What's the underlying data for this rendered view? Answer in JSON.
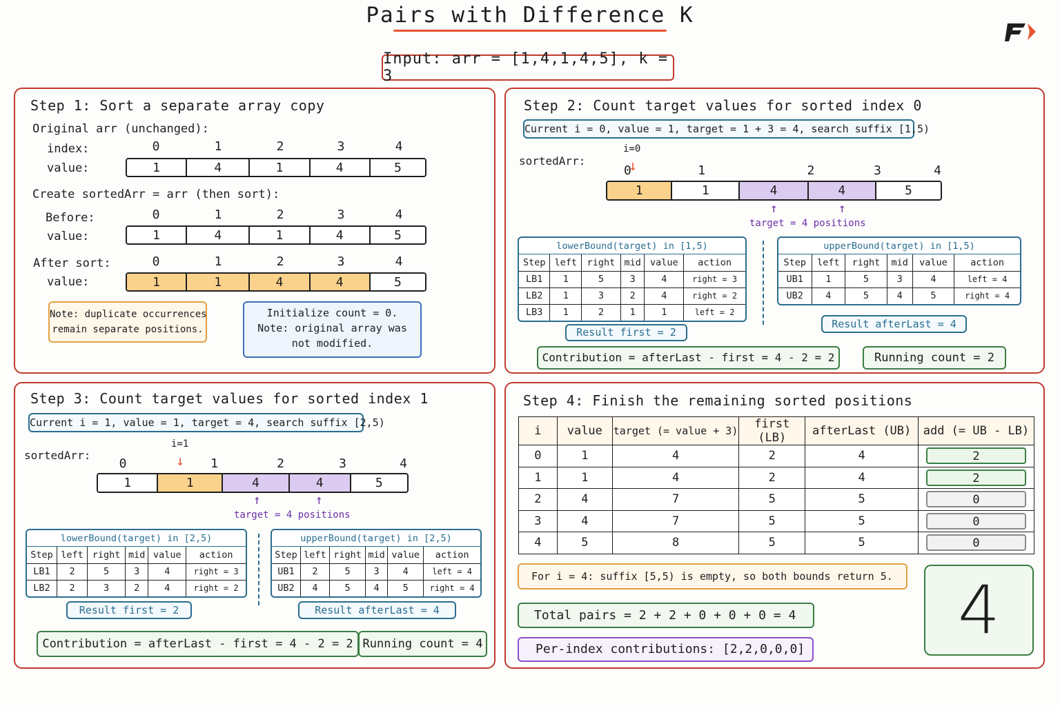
{
  "title": "Pairs with Difference K",
  "input": "Input:  arr = [1,4,1,4,5], k = 3",
  "step1": {
    "title": "Step 1: Sort a separate array copy",
    "orig_label": "Original arr (unchanged):",
    "index_label": "index:",
    "value_label": "value:",
    "indices": [
      "0",
      "1",
      "2",
      "3",
      "4"
    ],
    "orig_values": [
      "1",
      "4",
      "1",
      "4",
      "5"
    ],
    "create_label": "Create sortedArr = arr (then sort):",
    "before_label": "Before:",
    "before_values": [
      "1",
      "4",
      "1",
      "4",
      "5"
    ],
    "after_label": "After sort:",
    "after_values": [
      "1",
      "1",
      "4",
      "4",
      "5"
    ],
    "note_dup_1": "Note: duplicate occurrences",
    "note_dup_2": "remain separate positions.",
    "note_init_1": "Initialize count = 0.",
    "note_init_2": "Note: original array was",
    "note_init_3": "not modified."
  },
  "step2": {
    "title": "Step 2: Count target values for sorted index 0",
    "current": "Current i = 0, value = 1, target = 1 + 3 = 4, search suffix [1,5)",
    "sorted_label": "sortedArr:",
    "pointer": "i=0",
    "indices": [
      "0",
      "1",
      "2",
      "3",
      "4"
    ],
    "values": [
      "1",
      "1",
      "4",
      "4",
      "5"
    ],
    "target_label": "target = 4 positions",
    "lb_caption": "lowerBound(target) in [1,5)",
    "ub_caption": "upperBound(target) in [1,5)",
    "headers": [
      "Step",
      "left",
      "right",
      "mid",
      "value",
      "action"
    ],
    "lb_rows": [
      [
        "LB1",
        "1",
        "5",
        "3",
        "4",
        "right = 3"
      ],
      [
        "LB2",
        "1",
        "3",
        "2",
        "4",
        "right = 2"
      ],
      [
        "LB3",
        "1",
        "2",
        "1",
        "1",
        "left = 2"
      ]
    ],
    "ub_rows": [
      [
        "UB1",
        "1",
        "5",
        "3",
        "4",
        "left = 4"
      ],
      [
        "UB2",
        "4",
        "5",
        "4",
        "5",
        "right = 4"
      ]
    ],
    "result_first": "Result first = 2",
    "result_after": "Result afterLast = 4",
    "contribution": "Contribution = afterLast - first = 4 - 2 = 2",
    "running": "Running count = 2"
  },
  "step3": {
    "title": "Step 3: Count target values for sorted index 1",
    "current": "Current i = 1, value = 1, target = 4, search suffix [2,5)",
    "sorted_label": "sortedArr:",
    "pointer": "i=1",
    "indices": [
      "0",
      "1",
      "2",
      "3",
      "4"
    ],
    "values": [
      "1",
      "1",
      "4",
      "4",
      "5"
    ],
    "target_label": "target = 4 positions",
    "lb_caption": "lowerBound(target) in [2,5)",
    "ub_caption": "upperBound(target) in [2,5)",
    "headers": [
      "Step",
      "left",
      "right",
      "mid",
      "value",
      "action"
    ],
    "lb_rows": [
      [
        "LB1",
        "2",
        "5",
        "3",
        "4",
        "right = 3"
      ],
      [
        "LB2",
        "2",
        "3",
        "2",
        "4",
        "right = 2"
      ]
    ],
    "ub_rows": [
      [
        "UB1",
        "2",
        "5",
        "3",
        "4",
        "left = 4"
      ],
      [
        "UB2",
        "4",
        "5",
        "4",
        "5",
        "right = 4"
      ]
    ],
    "result_first": "Result first = 2",
    "result_after": "Result afterLast = 4",
    "contribution": "Contribution = afterLast - first = 4 - 2 = 2",
    "running": "Running count = 4"
  },
  "step4": {
    "title": "Step 4: Finish the remaining sorted positions",
    "headers": [
      "i",
      "value",
      "target (= value + 3)",
      "first (LB)",
      "afterLast (UB)",
      "add (= UB - LB)"
    ],
    "rows": [
      [
        "0",
        "1",
        "4",
        "2",
        "4",
        "2"
      ],
      [
        "1",
        "1",
        "4",
        "2",
        "4",
        "2"
      ],
      [
        "2",
        "4",
        "7",
        "5",
        "5",
        "0"
      ],
      [
        "3",
        "4",
        "7",
        "5",
        "5",
        "0"
      ],
      [
        "4",
        "5",
        "8",
        "5",
        "5",
        "0"
      ]
    ],
    "note": "For i = 4: suffix [5,5) is empty, so both bounds return 5.",
    "total": "Total pairs = 2 + 2 + 0 + 0 + 0 = 4",
    "per_index": "Per-index contributions: [2,2,0,0,0]",
    "answer": "4"
  },
  "colors": {
    "accent": "#e8532e",
    "panel_border": "#c0392b",
    "highlight_orange": "#fbd28b",
    "highlight_purple": "#dccbf0"
  }
}
